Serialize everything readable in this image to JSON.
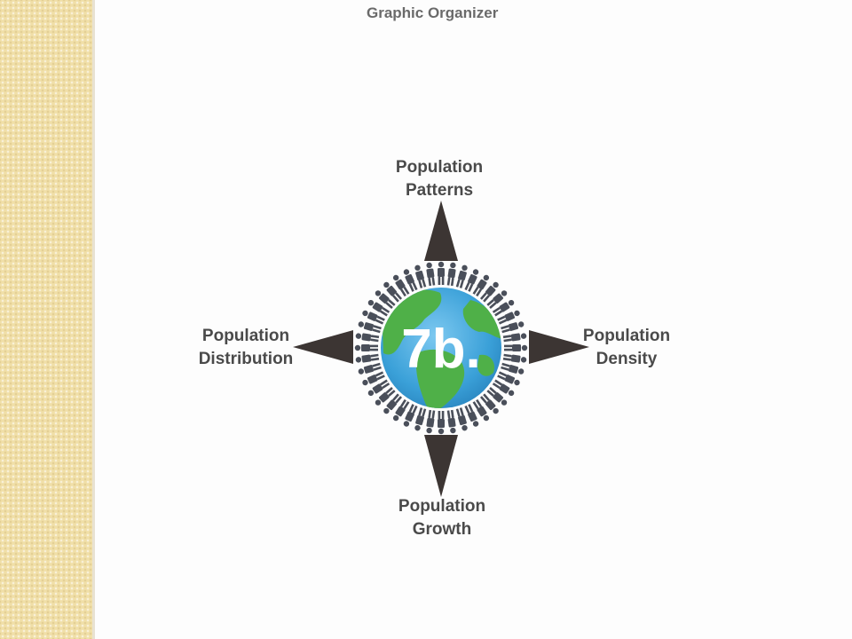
{
  "header": {
    "title": "Graphic Organizer"
  },
  "center": {
    "badge": "7b."
  },
  "spokes": {
    "top": {
      "line1": "Population",
      "line2": "Patterns"
    },
    "left": {
      "line1": "Population",
      "line2": "Distribution"
    },
    "right": {
      "line1": "Population",
      "line2": "Density"
    },
    "bottom": {
      "line1": "Population",
      "line2": "Growth"
    }
  },
  "colors": {
    "ocean": "#3aa0d8",
    "land": "#4fb048",
    "arrow": "#3c3533",
    "figures": "#4a4f5a",
    "side_band": "#f0dfa8"
  }
}
